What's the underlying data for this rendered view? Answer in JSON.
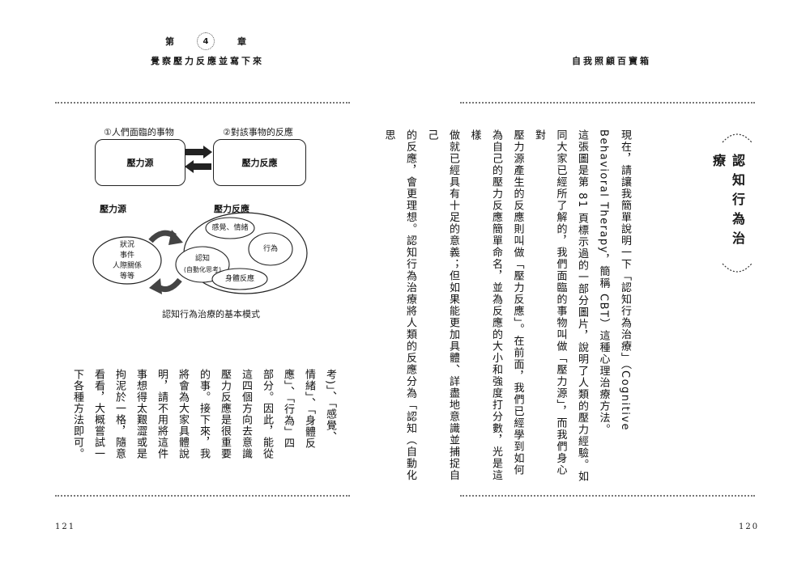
{
  "left_page": {
    "chapter": {
      "prefix": "第",
      "number": "4",
      "suffix": "章"
    },
    "chapter_title": "覺察壓力反應並寫下來",
    "diagram": {
      "label_stressor_header": "①人們面臨的事物",
      "label_reaction_header": "②對該事物的反應",
      "box_stressor": "壓力源",
      "box_reaction": "壓力反應",
      "lower_stressor_title": "壓力源",
      "lower_reaction_title": "壓力反應",
      "situation_lines": [
        "狀況",
        "事件",
        "人際關係",
        "等等"
      ],
      "feelings": "感覺、情緒",
      "behavior": "行為",
      "cognition_line1": "認知",
      "cognition_line2": "(自動化思考)",
      "body_reaction": "身體反應",
      "caption": "認知行為治療的基本模式"
    },
    "body_columns": [
      "考)」、「感覺、",
      "情緒」、「身體反",
      "應」、「行為」四",
      "部分。因此，能從",
      "這四個方向去意識",
      "壓力反應是很重要",
      "的事。接下來，我",
      "將會為大家具體說",
      "明，請不用將這件",
      "事想得太艱澀或是",
      "拘泥於一格，隨意",
      "看看，大概嘗試一",
      "下各種方法即可。"
    ],
    "page_number": "121"
  },
  "right_page": {
    "book_title": "自我照顧百寶箱",
    "section_title": "認知行為治療",
    "body_columns": [
      "現在，請讓我簡單說明一下「認知行為治療」（Cognitive",
      "Behavioral Therapy，簡稱 CBT）這種心理治療方法。",
      "這張圖是第 81 頁標示過的一部分圖片，說明了人類的壓力經驗。如",
      "同大家已經所了解的，我們面臨的事物叫做「壓力源」，而我們身心對",
      "壓力源產生的反應則叫做「壓力反應」。在前面，我們已經學到如何",
      "為自己的壓力反應簡單命名，並為反應的大小和強度打分數，光是這樣",
      "做就已經具有十足的意義；但如果能更加具體、詳盡地意識並捕捉自己",
      "的反應，會更理想。認知行為治療將人類的反應分為「認知（自動化思"
    ],
    "page_number": "120"
  }
}
